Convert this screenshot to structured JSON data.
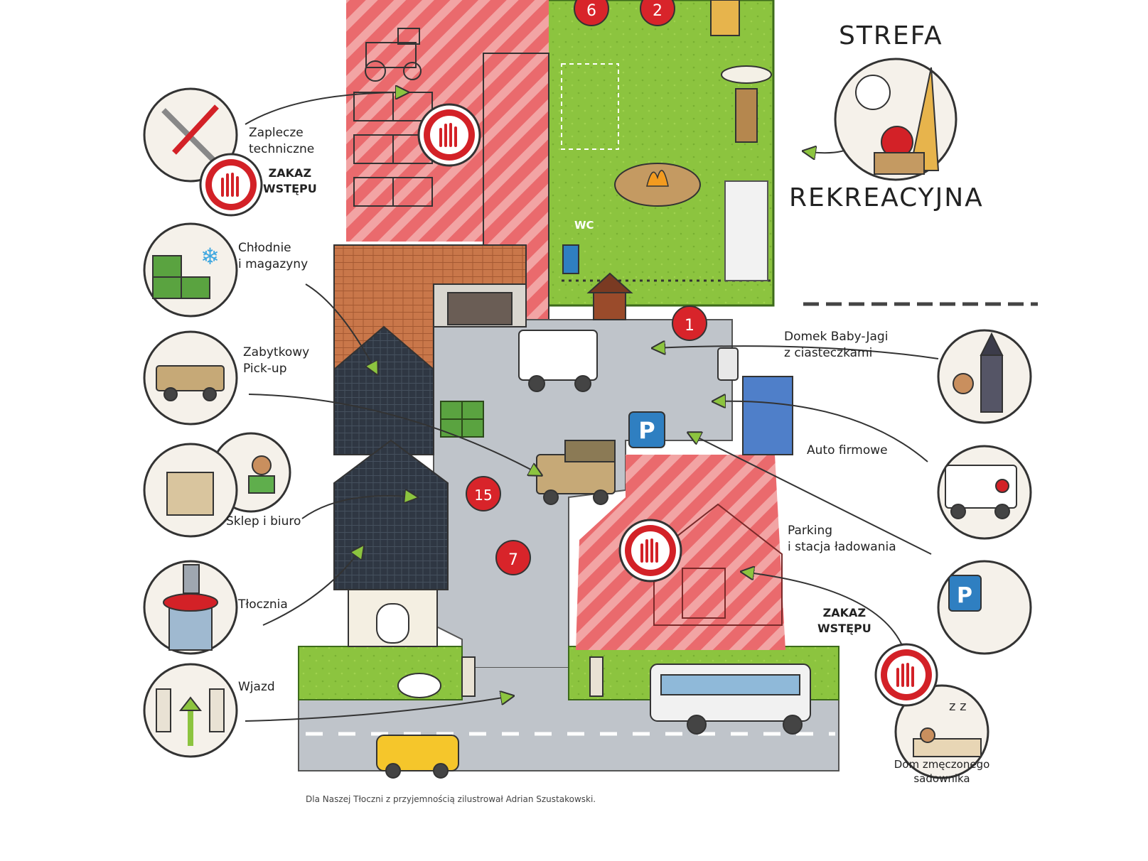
{
  "zone": {
    "title_top": "STREFA",
    "title_bottom": "REKREACYJNA"
  },
  "labels": {
    "zaplecze": "Zaplecze\ntechniczne",
    "zakaz_left": "ZAKAZ\nWSTĘPU",
    "chlodnie": "Chłodnie\ni magazyny",
    "pickup": "Zabytkowy\nPick-up",
    "sklep": "Sklep i biuro",
    "tlocznia": "Tłocznia",
    "wjazd": "Wjazd",
    "babajaga": "Domek Baby-Jagi\nz ciasteczkami",
    "auto": "Auto firmowe",
    "parking": "Parking\ni stacja ładowania",
    "zakaz_right": "ZAKAZ\nWSTĘPU",
    "dom": "Dom zmęczonego\nsadownika"
  },
  "apple_numbers": {
    "a6": "6",
    "a2": "2",
    "a1": "1",
    "a15": "15",
    "a7": "7"
  },
  "map_text": {
    "wc": "WC",
    "parking_sign": "P"
  },
  "credit": "Dla Naszej Tłoczni z przyjemnością zilustrował Adrian Szustakowski.",
  "colors": {
    "grass": "#8cc43f",
    "road": "#bfc4ca",
    "restricted": "#e8555a",
    "roof_dark": "#2f3743",
    "roof_brick": "#c9774a",
    "apple": "#d8242a",
    "parking_blue": "#2f7fc1",
    "badge_ring": "#333333",
    "stop_red": "#d32127"
  },
  "icons": [
    "wrench-screwdriver-icon",
    "hand-stop-icon",
    "crates-snowflake-icon",
    "pickup-truck-icon",
    "shop-office-icon",
    "press-icon",
    "gate-arrow-icon",
    "ball-giraffe-apple-icon",
    "witch-icon",
    "van-icon",
    "parking-charger-icon",
    "sleeping-farmer-icon"
  ]
}
